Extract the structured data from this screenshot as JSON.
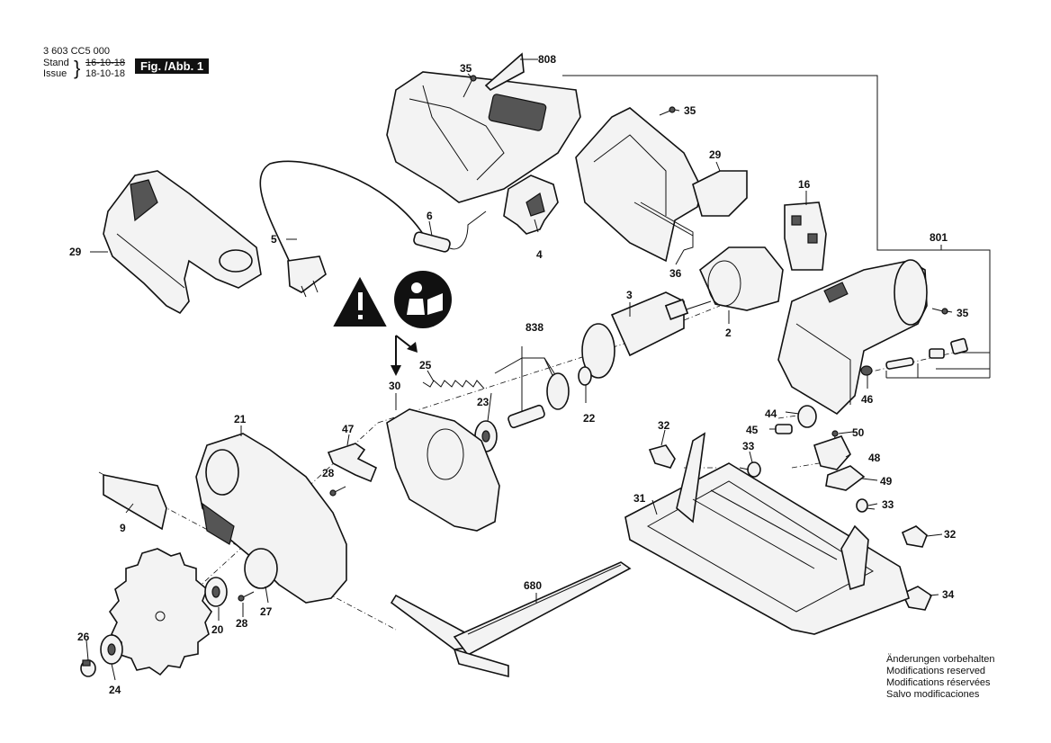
{
  "header": {
    "drawing_no": "3 603 CC5 000",
    "stand_label": "Stand",
    "issue_label": "Issue",
    "stand_date": "16-10-18",
    "issue_date": "18-10-18",
    "figure": "Fig. /Abb. 1"
  },
  "parts": {
    "p808": "808",
    "p35a": "35",
    "p35b": "35",
    "p35c": "35",
    "p29a": "29",
    "p29b": "29",
    "p16": "16",
    "p6": "6",
    "p5": "5",
    "p4": "4",
    "p36": "36",
    "p801": "801",
    "p3": "3",
    "p2": "2",
    "p838": "838",
    "p25": "25",
    "p30": "30",
    "p23": "23",
    "p22": "22",
    "p21": "21",
    "p47": "47",
    "p28a": "28",
    "p28b": "28",
    "p9": "9",
    "p46": "46",
    "p44": "44",
    "p45": "45",
    "p50": "50",
    "p32a": "32",
    "p32b": "32",
    "p33a": "33",
    "p33b": "33",
    "p48": "48",
    "p49": "49",
    "p31": "31",
    "p34": "34",
    "p680": "680",
    "p20": "20",
    "p27": "27",
    "p26": "26",
    "p24": "24"
  },
  "notes": [
    "Änderungen vorbehalten",
    "Modifications reserved",
    "Modifications réservées",
    "Salvo modificaciones"
  ],
  "icons": {
    "warning": "warning-triangle-icon",
    "manual": "read-manual-icon"
  }
}
